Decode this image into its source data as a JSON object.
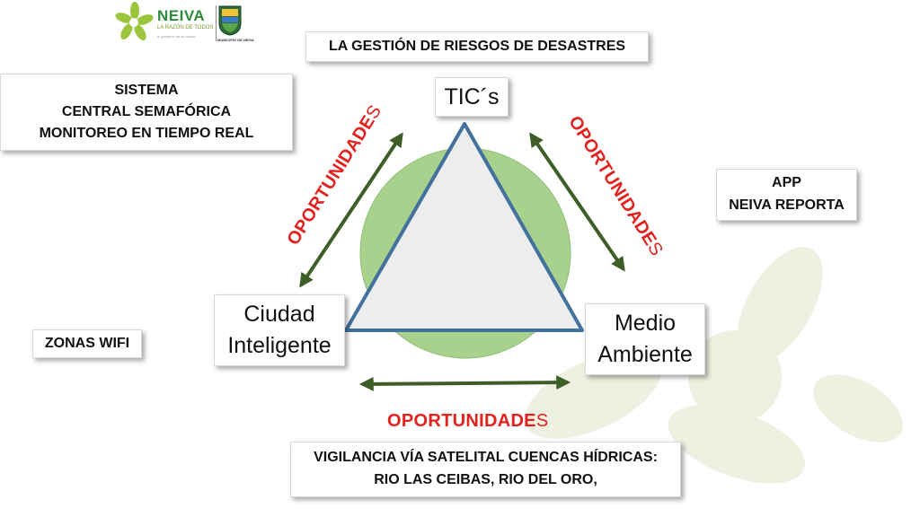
{
  "logo": {
    "brand": "NEIVA",
    "tagline": "LA RAZÓN DE TODOS",
    "subtag": "el gobierno de la ciudad",
    "crest_label": "MUNICIPIO DE NEIVA"
  },
  "header": {
    "title": "LA GESTIÓN DE RIESGOS DE DESASTRES"
  },
  "nodes": {
    "top": "TIC´s",
    "left": [
      "Ciudad",
      "Inteligente"
    ],
    "right": [
      "Medio",
      "Ambiente"
    ]
  },
  "opportunities": {
    "label_main": "OPORTUNIDADE",
    "label_tail": "S"
  },
  "side_boxes": {
    "semaforica": [
      "SISTEMA",
      "CENTRAL SEMAFÓRICA",
      "MONITOREO EN TIEMPO REAL"
    ],
    "app": [
      "APP",
      "NEIVA REPORTA"
    ],
    "wifi": "ZONAS WIFI",
    "satelital": [
      "VIGILANCIA VÍA SATELITAL CUENCAS HÍDRICAS:",
      "RIO LAS CEIBAS, RIO DEL ORO,"
    ]
  },
  "colors": {
    "accent_red": "#e1221e",
    "arrow_green": "#3d5f27",
    "circle_green": "#a9d18e",
    "triangle_stroke": "#41719c",
    "triangle_fill": "#ededed",
    "watermark": "#eef0e2",
    "logo_green": "#9bc53d"
  }
}
